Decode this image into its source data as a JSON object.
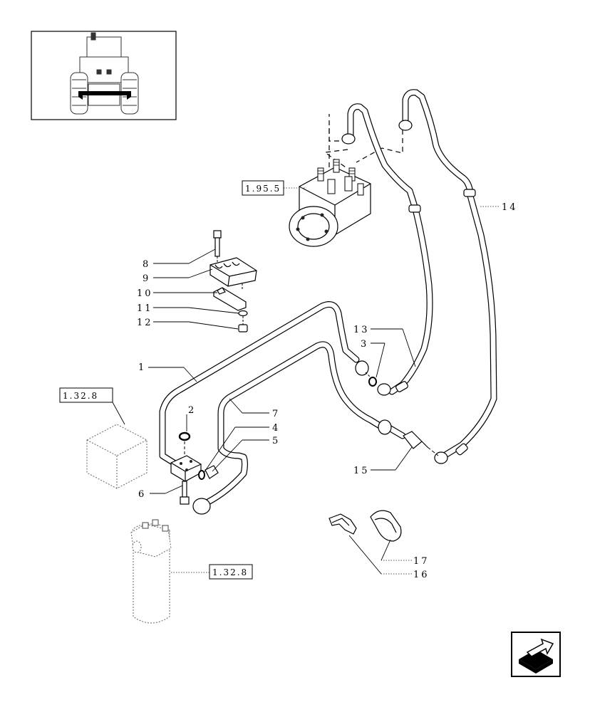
{
  "callouts": {
    "c1": "1",
    "c2": "2",
    "c3": "3",
    "c4": "4",
    "c5": "5",
    "c6": "6",
    "c7": "7",
    "c8": "8",
    "c9": "9",
    "c10": "10",
    "c11": "11",
    "c12": "12",
    "c13": "13",
    "c14": "14",
    "c15": "15",
    "c16": "16",
    "c17": "17"
  },
  "references": {
    "steering_unit": "1.95.5",
    "filter_left": "1.32.8",
    "filter_bottom": "1.32.8"
  },
  "icons": {
    "thumbnail": "tractor-front-view-icon",
    "navigation": "next-page-arrow-icon"
  }
}
